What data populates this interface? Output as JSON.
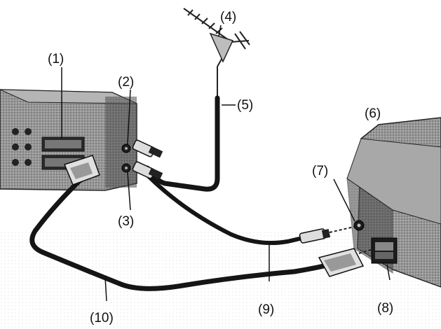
{
  "callouts": {
    "c1": "(1)",
    "c2": "(2)",
    "c3": "(3)",
    "c4": "(4)",
    "c5": "(5)",
    "c6": "(6)",
    "c7": "(7)",
    "c8": "(8)",
    "c9": "(9)",
    "c10": "(10)"
  },
  "colors": {
    "ink": "#111111",
    "device_body": "#8a8a8a",
    "device_dark": "#3d3d3d",
    "tv_body": "#7a7a7a",
    "cable": "#151515",
    "paper": "#ffffff"
  }
}
